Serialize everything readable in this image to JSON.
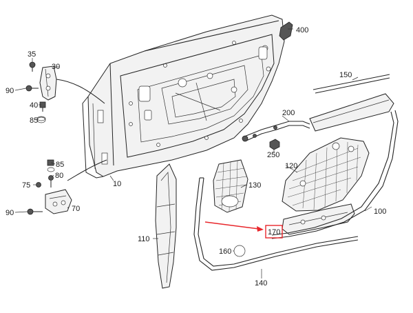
{
  "labels": {
    "p10": "10",
    "p30": "30",
    "p35": "35",
    "p40": "40",
    "p70": "70",
    "p75": "75",
    "p80": "80",
    "p85a": "85",
    "p85b": "85",
    "p90a": "90",
    "p90b": "90",
    "p100": "100",
    "p110": "110",
    "p120": "120",
    "p130": "130",
    "p140": "140",
    "p150": "150",
    "p160": "160",
    "p170": "170",
    "p200": "200",
    "p250": "250",
    "p400": "400"
  },
  "highlight": {
    "part": "170",
    "color": "#e8262b"
  },
  "colors": {
    "line": "#222222",
    "background": "#ffffff"
  }
}
